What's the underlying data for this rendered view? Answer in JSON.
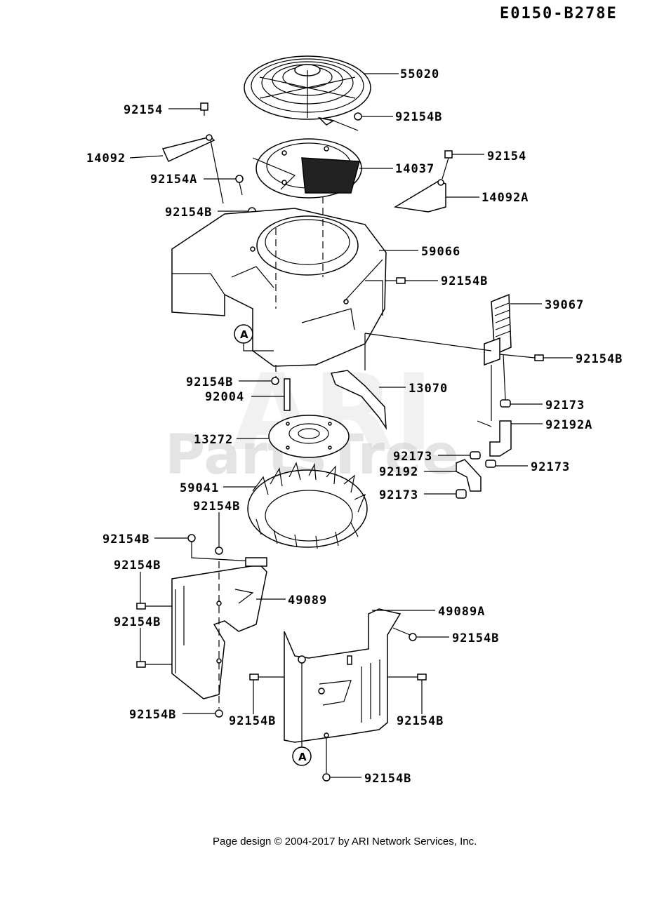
{
  "diagram_code": "E0150-B278E",
  "footer": "Page design © 2004-2017 by ARI Network Services, Inc.",
  "watermark": "PartsTree",
  "callout_a": "A",
  "labels": {
    "p55020": "55020",
    "p92154_top": "92154",
    "p92154B_top": "92154B",
    "p14092": "14092",
    "p92154A": "92154A",
    "p14037": "14037",
    "p92154_right": "92154",
    "p14092A": "14092A",
    "p92154B_left": "92154B",
    "p59066": "59066",
    "p92154B_mid": "92154B",
    "p39067": "39067",
    "p92154B_fin": "92154B",
    "p92154B_pin": "92154B",
    "p92004": "92004",
    "p13070": "13070",
    "p92173_a": "92173",
    "p92192A": "92192A",
    "p13272": "13272",
    "p92173_b": "92173",
    "p92192": "92192",
    "p92173_c": "92173",
    "p92173_d": "92173",
    "p59041": "59041",
    "p92154B_f1": "92154B",
    "p92154B_f2": "92154B",
    "p92154B_s1": "92154B",
    "p49089": "49089",
    "p92154B_s2": "92154B",
    "p49089A": "49089A",
    "p92154B_r1": "92154B",
    "p92154B_b1": "92154B",
    "p92154B_b2": "92154B",
    "p92154B_b3": "92154B",
    "p92154B_b4": "92154B"
  }
}
